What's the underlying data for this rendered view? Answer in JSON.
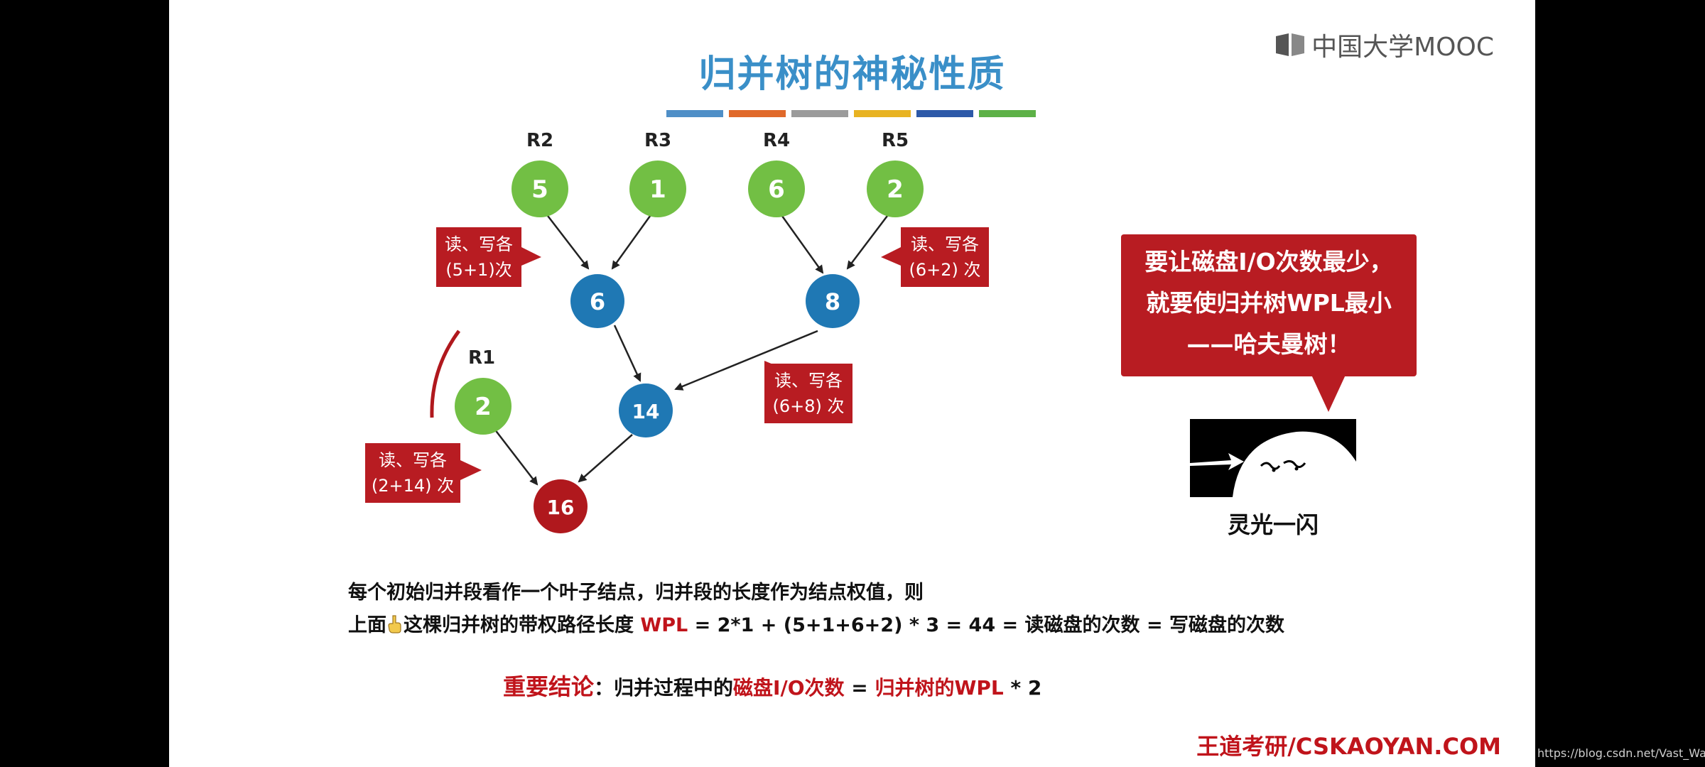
{
  "slide": {
    "title": "归并树的神秘性质",
    "title_bar_colors": [
      "#4f8fc7",
      "#e0692a",
      "#9b9b9b",
      "#e8b322",
      "#2d59a8",
      "#5db147"
    ],
    "logo_text": "中国大学MOOC"
  },
  "tree": {
    "runs": [
      {
        "label": "R2",
        "value": "5"
      },
      {
        "label": "R3",
        "value": "1"
      },
      {
        "label": "R4",
        "value": "6"
      },
      {
        "label": "R5",
        "value": "2"
      },
      {
        "label": "R1",
        "value": "2"
      }
    ],
    "internal_nodes": [
      "6",
      "8",
      "14"
    ],
    "root": "16",
    "callouts": [
      {
        "line1": "读、写各",
        "line2": "(5+1)次"
      },
      {
        "line1": "读、写各",
        "line2": "(6+2) 次"
      },
      {
        "line1": "读、写各",
        "line2": "(6+8) 次"
      },
      {
        "line1": "读、写各",
        "line2": "(2+14) 次"
      }
    ],
    "colors": {
      "leaf": "#72bf44",
      "internal": "#1f78b4",
      "root": "#b0181d",
      "callout": "#b81c22"
    }
  },
  "bubble": {
    "line1": "要让磁盘I/O次数最少，",
    "line2": "就要使归并树WPL最小",
    "line3": "——哈夫曼树！"
  },
  "flash_caption": "灵光一闪",
  "text": {
    "line1": "每个初始归并段看作一个叶子结点，归并段的长度作为结点权值，则",
    "line2_a": "上面",
    "line2_b": "这棵归并树的带权路径长度 ",
    "line2_wpl": "WPL",
    "line2_c": " =  2*1 + (5+1+6+2) * 3 =  44  = 读磁盘的次数 = 写磁盘的次数"
  },
  "conclusion": {
    "head": "重要结论",
    "colon": "：",
    "pre": "归并过程中的",
    "io": "磁盘I/O次数",
    "eq": " = ",
    "wpl": "归并树的WPL",
    "tail": " * 2"
  },
  "footer": {
    "brand": "王道考研/CSKAOYAN.COM",
    "watermark": "https://blog.csdn.net/Vast_Wang"
  }
}
